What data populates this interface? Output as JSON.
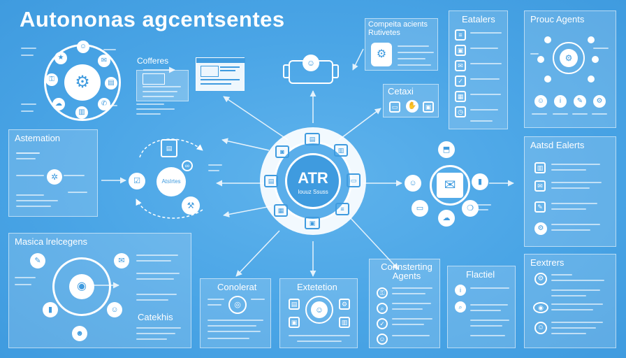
{
  "title": "Autononas agcentsentes",
  "panels": {
    "top_center_left": "Compeita acients Rutivetes",
    "top_center_right": "Eatalers",
    "top_right": "Prouc Agents",
    "center_small": "Cetaxi",
    "right_mid": "Aatsd Ealerts",
    "left_mid": "Astemation",
    "left_bottom": "Masica lrelcegens",
    "bottom_center_left": "Conolerat",
    "bottom_center": "Extetetion",
    "bottom_right_center": "Connsterting Agents",
    "bottom_right_small": "Flactiel",
    "bottom_right": "Eextrers"
  },
  "labels": {
    "cofferes": "Cofferes",
    "catekhis": "Catekhis",
    "center_main": "ATR",
    "center_sub": "Iouuz Ssuss",
    "agent_node": "AtsIrtes"
  },
  "icons": {
    "hub": "gear-icon",
    "mail": "mail-icon",
    "robot": "robot-icon",
    "camera": "camera-icon"
  }
}
